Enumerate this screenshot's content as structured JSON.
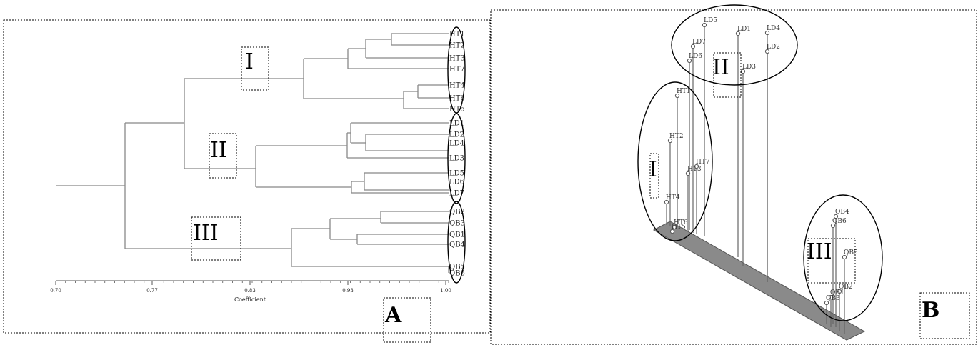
{
  "panels": {
    "a": {
      "letter": "A"
    },
    "b": {
      "letter": "B"
    }
  },
  "groups": {
    "g1": "I",
    "g2": "II",
    "g3": "III"
  },
  "dendrogram": {
    "leaves": [
      "HT1",
      "HT2",
      "HT3",
      "HT7",
      "HT4",
      "HT6",
      "HT5",
      "LD1",
      "LD2",
      "LD4",
      "LD3",
      "LD5",
      "LD6",
      "LD7",
      "QB2",
      "QB3",
      "QB1",
      "QB4",
      "QB5",
      "QB6"
    ],
    "axis": {
      "title": "Coefficient",
      "ticks": [
        "0.70",
        "0.77",
        "0.83",
        "0.93",
        "1.00"
      ]
    }
  },
  "pca_points": [
    {
      "label": "LD5"
    },
    {
      "label": "LD1"
    },
    {
      "label": "LD4"
    },
    {
      "label": "LD7"
    },
    {
      "label": "LD2"
    },
    {
      "label": "LD6"
    },
    {
      "label": "LD3"
    },
    {
      "label": "HT1"
    },
    {
      "label": "HT2"
    },
    {
      "label": "HT7"
    },
    {
      "label": "HT3"
    },
    {
      "label": "HT4"
    },
    {
      "label": "HT6"
    },
    {
      "label": "HT5"
    },
    {
      "label": "QB4"
    },
    {
      "label": "QB6"
    },
    {
      "label": "QB5"
    },
    {
      "label": "QB2"
    },
    {
      "label": "QB1"
    },
    {
      "label": "QB3"
    }
  ]
}
